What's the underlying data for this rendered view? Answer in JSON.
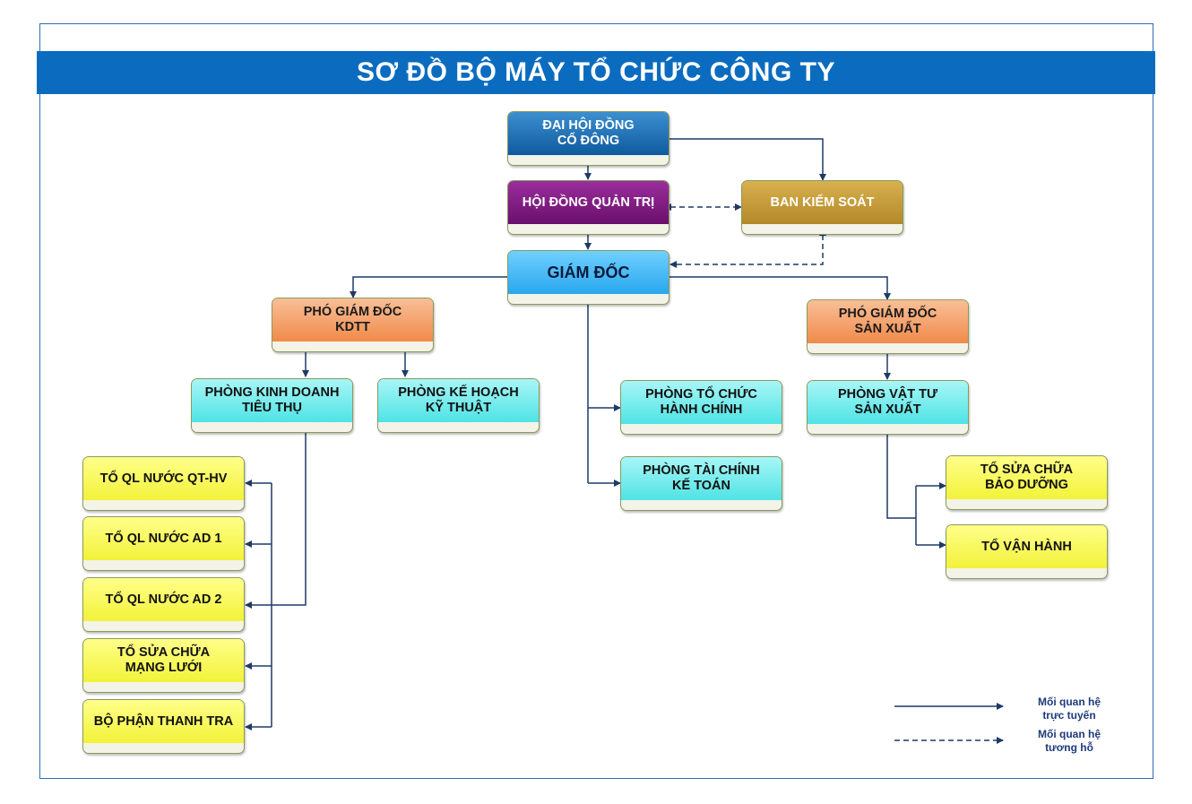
{
  "title": "SƠ ĐỒ BỘ MÁY TỔ CHỨC CÔNG TY",
  "nodes": {
    "dhdcd": "ĐẠI HỘI ĐỒNG\nCỔ ĐÔNG",
    "hdqt": "HỘI ĐỒNG QUẢN TRỊ",
    "bks": "BAN KIỂM SOÁT",
    "gd": "GIÁM ĐỐC",
    "pgd_kdtt": "PHÓ GIÁM ĐỐC\nKDTT",
    "pgd_sx": "PHÓ GIÁM ĐỐC\nSẢN XUẤT",
    "p_kdtt": "PHÒNG KINH DOANH\nTIÊU THỤ",
    "p_khkt": "PHÒNG KẾ HOẠCH\nKỸ THUẬT",
    "p_tchc": "PHÒNG TỔ CHỨC\nHÀNH CHÍNH",
    "p_tckt": "PHÒNG TÀI CHÍNH\nKẾ TOÁN",
    "p_vtsx": "PHÒNG VẬT TƯ\nSẢN XUẤT",
    "to_qthv": "TỔ QL NƯỚC QT-HV",
    "to_ad1": "TỔ QL NƯỚC AD 1",
    "to_ad2": "TỔ QL NƯỚC AD 2",
    "to_scml": "TỔ SỬA CHỮA\nMẠNG LƯỚI",
    "bp_tt": "BỘ PHẬN THANH TRA",
    "to_scbd": "TỔ SỬA CHỮA\nBẢO DƯỠNG",
    "to_vh": "TỔ VẬN HÀNH"
  },
  "legend": {
    "direct": "Mối quan hệ\ntrực tuyến",
    "mutual": "Mối quan hệ\ntương hỗ"
  },
  "colors": {
    "title_bar": "#0b6cbf",
    "line": "#1f3a66"
  }
}
